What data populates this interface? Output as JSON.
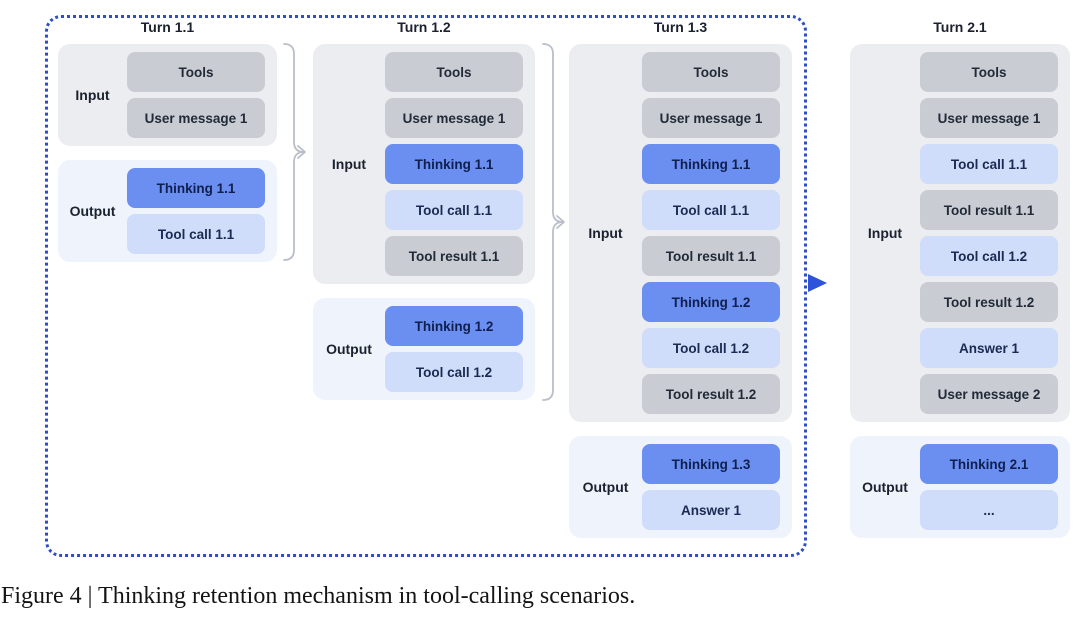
{
  "caption": "Figure 4 | Thinking retention mechanism in tool-calling scenarios.",
  "colors": {
    "thinking": "#6a8ff1",
    "light_blue": "#cfdcfa",
    "gray_box": "#c9cdd3",
    "panel_input": "#ebedf0",
    "panel_output": "#eef3fc",
    "outline": "#2e4ec5",
    "arrow": "#2e52d9",
    "brace": "#b9bec8"
  },
  "turns": [
    {
      "title": "Turn 1.1",
      "input_label": "Input",
      "output_label": "Output",
      "input_boxes": [
        {
          "text": "Tools",
          "style": "gray"
        },
        {
          "text": "User message 1",
          "style": "gray"
        }
      ],
      "output_boxes": [
        {
          "text": "Thinking 1.1",
          "style": "thinking"
        },
        {
          "text": "Tool call 1.1",
          "style": "light"
        }
      ]
    },
    {
      "title": "Turn 1.2",
      "input_label": "Input",
      "output_label": "Output",
      "input_boxes": [
        {
          "text": "Tools",
          "style": "gray"
        },
        {
          "text": "User message 1",
          "style": "gray"
        },
        {
          "text": "Thinking 1.1",
          "style": "thinking"
        },
        {
          "text": "Tool call 1.1",
          "style": "light"
        },
        {
          "text": "Tool result 1.1",
          "style": "gray"
        }
      ],
      "output_boxes": [
        {
          "text": "Thinking 1.2",
          "style": "thinking"
        },
        {
          "text": "Tool call 1.2",
          "style": "light"
        }
      ]
    },
    {
      "title": "Turn 1.3",
      "input_label": "Input",
      "output_label": "Output",
      "input_boxes": [
        {
          "text": "Tools",
          "style": "gray"
        },
        {
          "text": "User message 1",
          "style": "gray"
        },
        {
          "text": "Thinking 1.1",
          "style": "thinking"
        },
        {
          "text": "Tool call 1.1",
          "style": "light"
        },
        {
          "text": "Tool result 1.1",
          "style": "gray"
        },
        {
          "text": "Thinking 1.2",
          "style": "thinking"
        },
        {
          "text": "Tool call 1.2",
          "style": "light"
        },
        {
          "text": "Tool result 1.2",
          "style": "gray"
        }
      ],
      "output_boxes": [
        {
          "text": "Thinking 1.3",
          "style": "thinking"
        },
        {
          "text": "Answer 1",
          "style": "light"
        }
      ]
    },
    {
      "title": "Turn 2.1",
      "input_label": "Input",
      "output_label": "Output",
      "input_boxes": [
        {
          "text": "Tools",
          "style": "gray"
        },
        {
          "text": "User message 1",
          "style": "gray"
        },
        {
          "text": "Tool call 1.1",
          "style": "light"
        },
        {
          "text": "Tool result 1.1",
          "style": "gray"
        },
        {
          "text": "Tool call 1.2",
          "style": "light"
        },
        {
          "text": "Tool result 1.2",
          "style": "gray"
        },
        {
          "text": "Answer 1",
          "style": "light"
        },
        {
          "text": "User message 2",
          "style": "gray"
        }
      ],
      "output_boxes": [
        {
          "text": "Thinking 2.1",
          "style": "thinking"
        },
        {
          "text": "...",
          "style": "light"
        }
      ]
    }
  ]
}
